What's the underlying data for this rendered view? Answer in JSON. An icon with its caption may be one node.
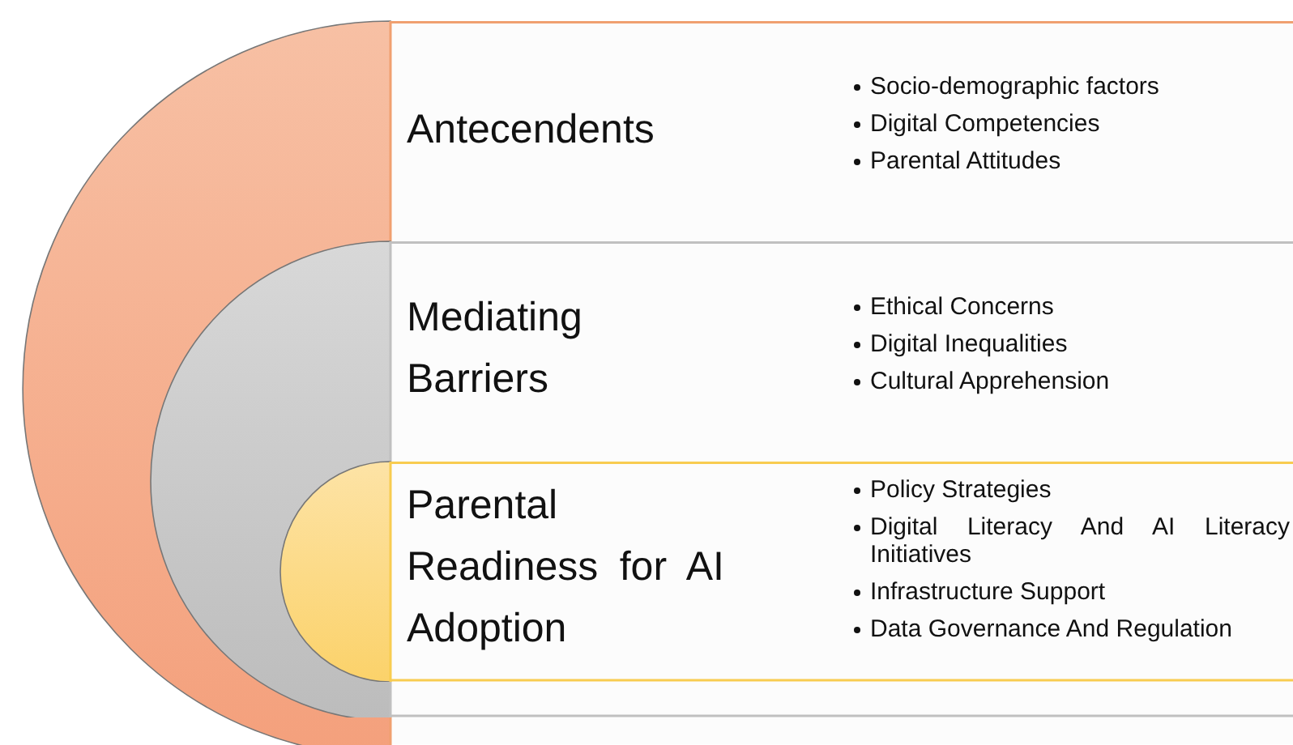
{
  "diagram": {
    "nodes": [
      {
        "text": [
          "Antecendents",
          "Socio-demographic factors",
          "Digital Competencies",
          "Parental Attitudes"
        ]
      },
      {
        "text": [
          "Mediating Barriers",
          "Ethical Concerns",
          "Digital Inequalities",
          "Cultural Apprehension"
        ],
        "in": 0
      },
      {
        "text": [
          "Parental Readiness for AI Adoption",
          "Policy Strategies",
          "Digital Literacy And AI Literacy Initiatives",
          "Infrastructure Support",
          "Data Governance And Regulation"
        ],
        "in": 1
      }
    ],
    "edges": []
  }
}
